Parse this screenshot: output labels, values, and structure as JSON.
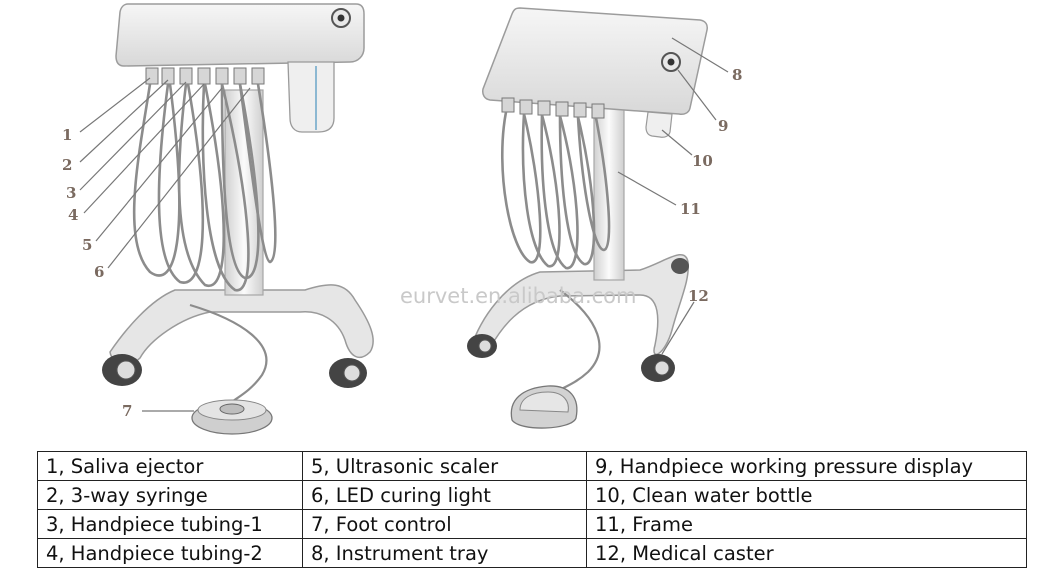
{
  "watermark": "eurvet.en.alibaba.com",
  "callouts": [
    "1",
    "2",
    "3",
    "4",
    "5",
    "6",
    "7",
    "8",
    "9",
    "10",
    "11",
    "12"
  ],
  "legend": {
    "rows": [
      [
        "1, Saliva ejector",
        "5, Ultrasonic scaler",
        "9, Handpiece working pressure display"
      ],
      [
        "2, 3-way syringe",
        "6, LED curing light",
        "10, Clean water bottle"
      ],
      [
        "3, Handpiece tubing-1",
        "7, Foot control",
        "11, Frame"
      ],
      [
        "4, Handpiece tubing-2",
        "8, Instrument tray",
        "12, Medical caster"
      ]
    ]
  }
}
